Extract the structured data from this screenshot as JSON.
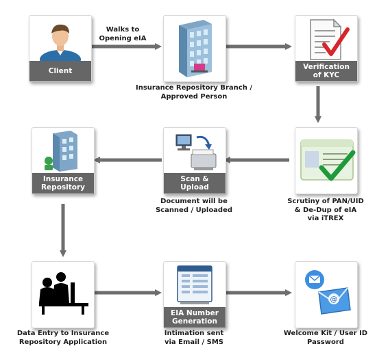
{
  "steps": {
    "client": {
      "label": "Client"
    },
    "branch": {
      "label": "",
      "caption": "Insurance Repository Branch /\nApproved Person"
    },
    "kyc": {
      "label": "Verification\nof KYC"
    },
    "scrutiny": {
      "label": "",
      "caption": "Scrutiny of PAN/UID\n& De-Dup of eIA\nvia iTREX"
    },
    "scan": {
      "label": "Scan &\nUpload",
      "caption": "Document will be\nScanned / Uploaded"
    },
    "repository": {
      "label": "Insurance\nRepository"
    },
    "data_entry": {
      "label": "",
      "caption": "Data Entry to Insurance\nRepository Application"
    },
    "eia_number": {
      "label": "EIA Number\nGeneration",
      "caption": "Intimation sent\nvia Email / SMS"
    },
    "welcome": {
      "label": "",
      "caption": "Welcome Kit / User ID\nPassword"
    }
  },
  "edge_labels": {
    "client_to_branch": "Walks to\nOpening eIA"
  },
  "colors": {
    "arrow": "#6e6e6e",
    "label_bar": "#666666",
    "check": "#d6262c",
    "green_check": "#1f9a3a"
  }
}
